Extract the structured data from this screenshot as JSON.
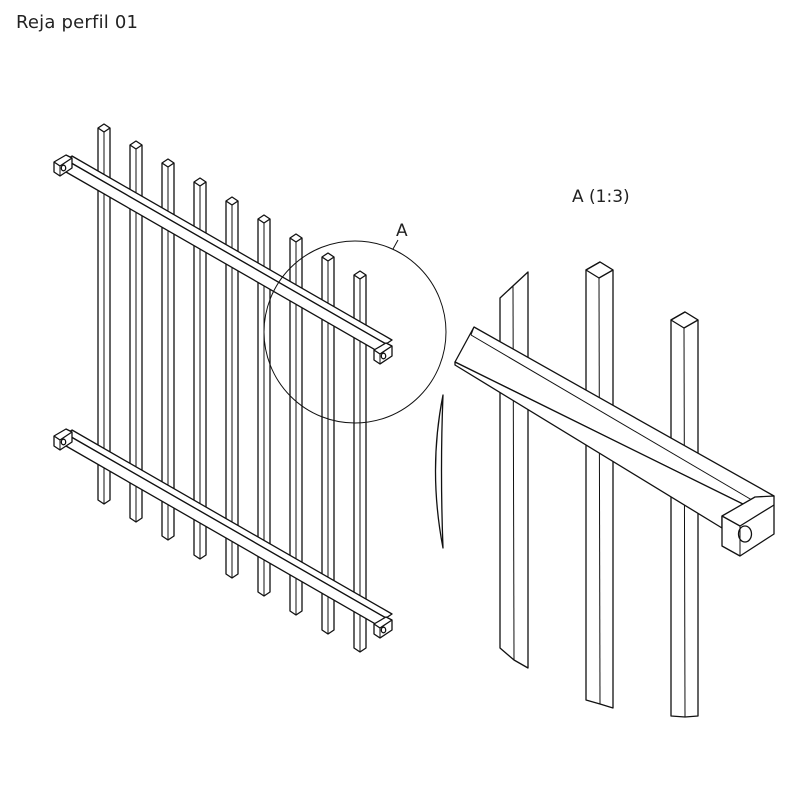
{
  "title": "Reja perfil 01",
  "detail_marker": "A",
  "detail_label": "A (1:3)"
}
